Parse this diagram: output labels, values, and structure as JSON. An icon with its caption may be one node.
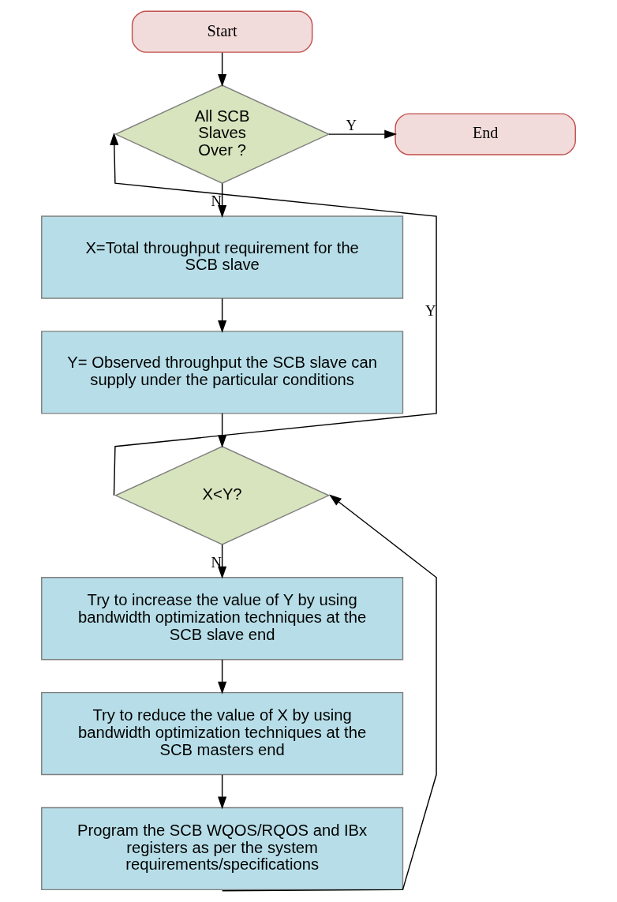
{
  "diagram": {
    "nodes": [
      {
        "text": [
          "Start"
        ]
      },
      {
        "text": [
          "All SCB Slaves Over ?"
        ]
      },
      {
        "text": [
          "End"
        ]
      },
      {
        "text": [
          "X=Total throughput requirement for the SCB slave"
        ]
      },
      {
        "text": [
          "Y= Observed throughput the SCB slave can supply under the particular conditions"
        ]
      },
      {
        "text": [
          "X<Y?"
        ]
      },
      {
        "text": [
          "Try to increase the value of Y by using bandwidth optimization techniques at the SCB slave end"
        ]
      },
      {
        "text": [
          "Try to reduce the value of X by using bandwidth optimization techniques at the SCB masters end"
        ]
      },
      {
        "text": [
          "Program the SCB WQOS/RQOS and IBx registers as per the system requirements/specifications"
        ]
      }
    ],
    "edges": [
      {
        "from": 0,
        "to": 1,
        "arrow": "to"
      },
      {
        "from": 1,
        "to": 2,
        "arrow": "to",
        "label": "Y"
      },
      {
        "from": 1,
        "to": 3,
        "arrow": "to",
        "label": "N"
      },
      {
        "from": 3,
        "to": 4,
        "arrow": "to"
      },
      {
        "from": 4,
        "to": 5,
        "arrow": "to"
      },
      {
        "from": 5,
        "to": 1,
        "arrow": "to",
        "label": "Y"
      },
      {
        "from": 5,
        "to": 6,
        "arrow": "to",
        "label": "N"
      },
      {
        "from": 6,
        "to": 7,
        "arrow": "to"
      },
      {
        "from": 7,
        "to": 8,
        "arrow": "to"
      },
      {
        "from": 8,
        "to": 5,
        "arrow": "to"
      }
    ]
  }
}
